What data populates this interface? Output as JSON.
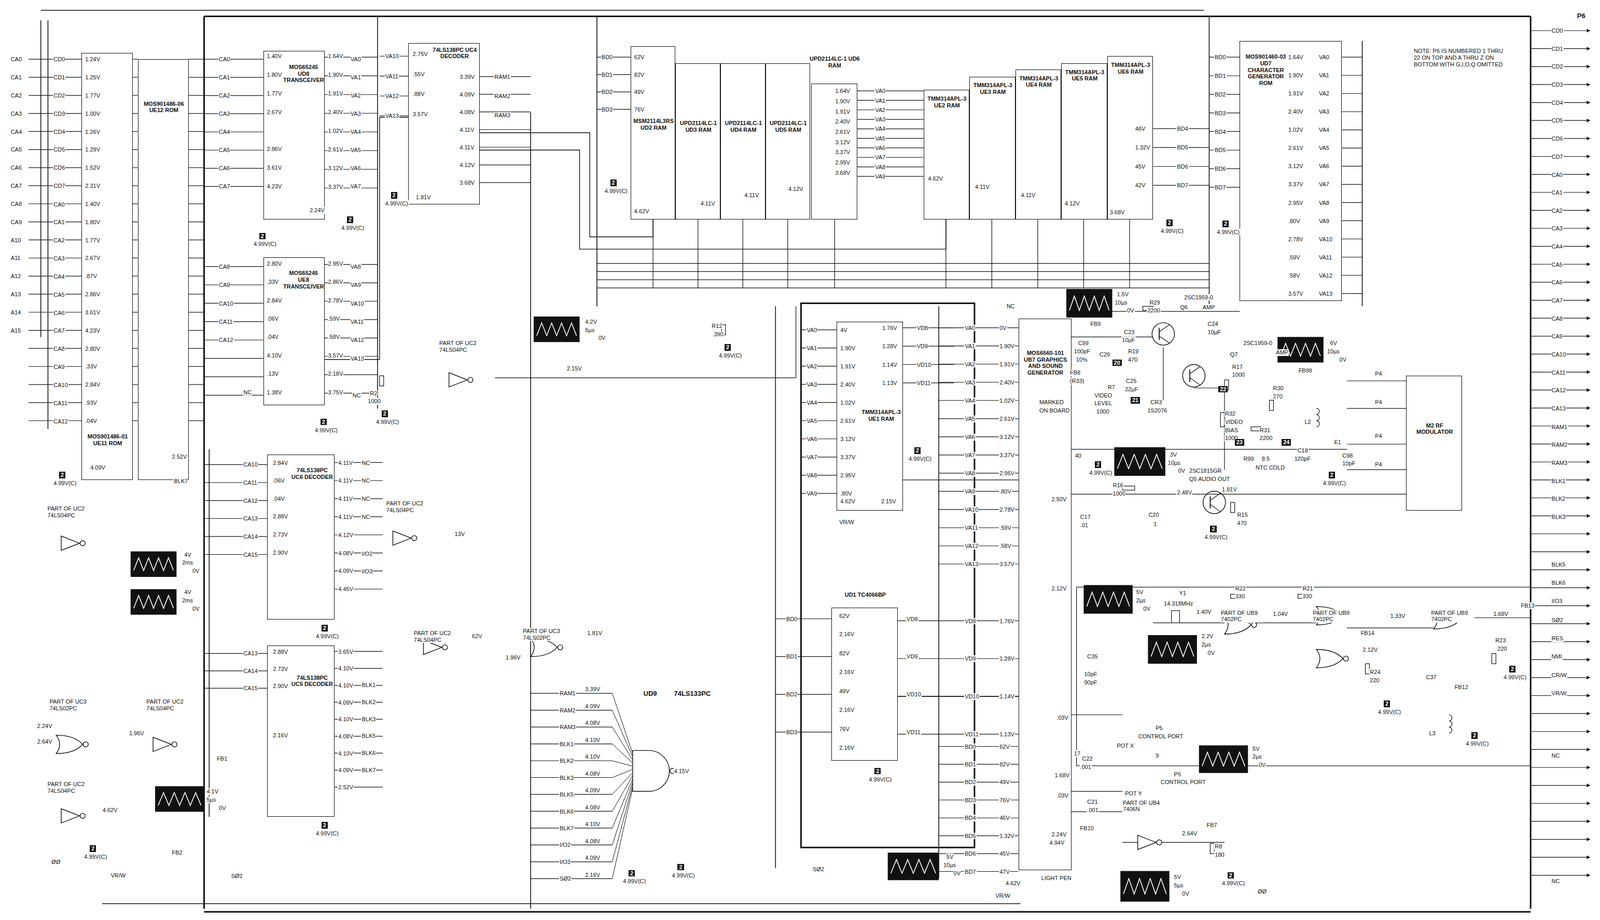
{
  "diagram": {
    "nodes": [
      {
        "text": [
          "MOS901486-01 UE11 ROM"
        ]
      },
      {
        "text": [
          "MOS901486-06 UE12 ROM"
        ]
      },
      {
        "text": [
          "MOS65245 UD8 TRANSCEIVER"
        ]
      },
      {
        "text": [
          "MOS65245 UE8 TRANSCEIVER"
        ]
      },
      {
        "text": [
          "74LS138PC UC4 DECODER"
        ]
      },
      {
        "text": [
          "MSM2114L3RS UD2 RAM"
        ]
      },
      {
        "text": [
          "UPD2114LC-1 UD3 RAM"
        ]
      },
      {
        "text": [
          "UPD2114LC-1 UD4 RAM"
        ]
      },
      {
        "text": [
          "UPD2114LC-1 UD5 RAM"
        ]
      },
      {
        "text": [
          "UPD2114LC-1 UD6 RAM"
        ]
      },
      {
        "text": [
          "TMM314APL-3 UE2 RAM"
        ]
      },
      {
        "text": [
          "TMM314APL-3 UE3 RAM"
        ]
      },
      {
        "text": [
          "TMM314APL-3 UE4 RAM"
        ]
      },
      {
        "text": [
          "TMM314APL-3 UE5 RAM"
        ]
      },
      {
        "text": [
          "TMM314APL-3 UE6 RAM"
        ]
      },
      {
        "text": [
          "MOS901460-03 UD7 CHARACTER GENERATOR ROM"
        ]
      },
      {
        "text": [
          "74LS138PC UC6 DECODER"
        ]
      },
      {
        "text": [
          "74LS138PC UC5 DECODER"
        ]
      },
      {
        "text": [
          "TMM314APL-3 UE1 RAM"
        ]
      },
      {
        "text": [
          "UD1 TC4066BP"
        ]
      },
      {
        "text": [
          "MOS6560-101 UB7 GRAPHICS AND SOUND GENERATOR"
        ]
      },
      {
        "text": [
          "M2 RF MODULATOR"
        ]
      }
    ],
    "edges": [
      {
        "from": 3,
        "to": 4,
        "arrow": "none"
      },
      {
        "from": 4,
        "to": 5,
        "arrow": "none"
      },
      {
        "from": 4,
        "to": 10,
        "arrow": "none"
      },
      {
        "from": 19,
        "to": 20,
        "arrow": "none"
      },
      {
        "from": 18,
        "to": 20,
        "arrow": "none"
      },
      {
        "from": 20,
        "to": 21,
        "arrow": "none"
      }
    ],
    "labels": [
      "CA0",
      "CA1",
      "CA2",
      "CA3",
      "CA4",
      "CA5",
      "CA6",
      "CA7",
      "CA8",
      "CA9",
      "A10",
      "A11",
      "A12",
      "A13",
      "A14",
      "A15",
      "CD0",
      "CD1",
      "CD2",
      "CD3",
      "CD4",
      "CD5",
      "CD6",
      "CD7",
      "CA0",
      "CA1",
      "CA2",
      "CA3",
      "CA4",
      "CA5",
      "CA6",
      "CA7",
      "CA8",
      "CA9",
      "CA10",
      "CA11",
      "CA12",
      "1.24V",
      "1.25V",
      "1.77V",
      "1.00V",
      "1.26V",
      "1.29V",
      "1.52V",
      "2.31V",
      "1.40V",
      "1.80V",
      "1.77V",
      "2.67V",
      ".87V",
      "2.86V",
      "3.61V",
      "4.23V",
      "2.80V",
      ".33V",
      "2.84V",
      ".93V",
      ".04V",
      "4.09V",
      "CA0",
      "CA1",
      "CA2",
      "CA3",
      "CA4",
      "CA5",
      "CA6",
      "CA7",
      "1.40V",
      "1.80V",
      "1.77V",
      "2.67V",
      "2.86V",
      "3.61V",
      "4.23V",
      "1.64V",
      "1.90V",
      "1.91V",
      "2.40V",
      "1.02V",
      "2.61V",
      "3.12V",
      "3.37V",
      "VA0",
      "VA1",
      "VA2",
      "VA3",
      "VA4",
      "VA5",
      "VA6",
      "VA7",
      "CA8",
      "CA9",
      "CA10",
      "CA11",
      "CA12",
      "2.80V",
      ".33V",
      "2.84V",
      ".06V",
      ".04V",
      "4.10V",
      ".13V",
      "1.38V",
      "2.95V",
      "2.86V",
      "2.78V",
      ".59V",
      ".58V",
      "3.57V",
      "2.18V",
      "3.75V",
      "VA8",
      "VA9",
      "VA10",
      "VA11",
      "VA12",
      "VA13",
      "NC",
      "NC",
      "VA10",
      "VA11",
      "VA12",
      "VA13",
      "2.75V",
      ".55V",
      ".88V",
      "3.57V",
      "3.39V",
      "4.09V",
      "4.08V",
      "4.11V",
      "4.11V",
      "4.12V",
      "3.68V",
      "RAM1",
      "RAM2",
      "RAM3",
      "BD0",
      "BD1",
      "BD2",
      "BD3",
      "62V",
      "82V",
      "49V",
      "76V",
      "1.64V",
      "1.90V",
      "1.91V",
      "2.40V",
      "2.61V",
      "3.12V",
      "3.37V",
      "2.95V",
      "3.68V",
      "VA0",
      "VA1",
      "VA2",
      "VA3",
      "VA4",
      "VA5",
      "VA6",
      "VA7",
      "VA8",
      "VA9",
      "46V",
      "1.32V",
      "45V",
      "42V",
      "BD4",
      "BD5",
      "BD6",
      "BD7",
      "BD0",
      "BD1",
      "BD2",
      "BD3",
      "BD4",
      "BD5",
      "BD6",
      "BD7",
      "1.64V",
      "1.90V",
      "1.91V",
      "2.40V",
      "1.02V",
      "2.61V",
      "3.12V",
      "3.37V",
      "2.95V",
      ".80V",
      "2.78V",
      ".59V",
      ".58V",
      "3.57V",
      "VA0",
      "VA1",
      "VA2",
      "VA3",
      "VA4",
      "VA5",
      "VA6",
      "VA7",
      "VA8",
      "VA9",
      "VA10",
      "VA11",
      "VA12",
      "VA13",
      "CD0",
      "CD1",
      "CD2",
      "CD3",
      "CD4",
      "CD5",
      "CD6",
      "CD7",
      "CA0",
      "CA1",
      "CA2",
      "CA3",
      "CA4",
      "CA5",
      "CA6",
      "CA7",
      "CA8",
      "CA9",
      "CA10",
      "CA11",
      "CA12",
      "CA13",
      "RAM1",
      "RAM2",
      "RAM3",
      "BLK1",
      "BLK2",
      "BLK3",
      "BLK5",
      "BLK6",
      "I/O3",
      "SØ2",
      "RES",
      "NMI",
      "CR/W",
      "VR/W",
      "NC",
      "NC",
      "P6",
      "NOTE: P6 IS NUMBERED 1 THRU 22 ON TOP AND A THRU Z ON BOTTOM WITH G,I,O,Q OMITTED",
      "CA10",
      "CA11",
      "CA12",
      "CA13",
      "CA14",
      "CA15",
      "2.84V",
      ".06V",
      ".04V",
      "2.88V",
      "2.73V",
      "2.90V",
      "4.11V",
      "4.11V",
      "4.11V",
      "4.11V",
      "4.12V",
      "4.08V",
      "4.09V",
      "4.45V",
      "NC",
      "NC",
      "NC",
      "NC",
      "I/O2",
      "I/O3",
      "CA13",
      "CA14",
      "CA15",
      "2.88V",
      "2.73V",
      "2.90V",
      "2.16V",
      "3.65V",
      "4.10V",
      "4.10V",
      "4.09V",
      "4.10V",
      "4.08V",
      "4.10V",
      "4.09V",
      "2.52V",
      "BLK1",
      "BLK2",
      "BLK3",
      "BLK5",
      "BLK6",
      "BLK7",
      "RAM1",
      "RAM2",
      "RAM3",
      "BLK1",
      "BLK2",
      "BLK3",
      "BLK5",
      "BLK6",
      "BLK7",
      "I/O2",
      "I/O3",
      "SØ2",
      "3.39V",
      "4.09V",
      "4.08V",
      "4.10V",
      "4.10V",
      "4.08V",
      "4.09V",
      "4.08V",
      "4.10V",
      "4.08V",
      "4.09V",
      "2.16V",
      "UD9",
      "74LS133PC",
      "4.15V",
      "VA0",
      "VA1",
      "VA2",
      "VA3",
      "VA4",
      "VA5",
      "VA6",
      "VA7",
      "VA8",
      "VA9",
      "4V",
      "1.90V",
      "1.91V",
      "2.40V",
      "1.02V",
      "2.61V",
      "3.12V",
      "3.37V",
      "2.95V",
      ".80V",
      "1.76V",
      "1.28V",
      "1.14V",
      "1.13V",
      "VD8",
      "VD9",
      "VD10",
      "VD11",
      "4.62V",
      "2.15V",
      "VR/W",
      "BD0",
      "BD1",
      "BD2",
      "BD3",
      "62V",
      "82V",
      "49V",
      "76V",
      "2.16V",
      "2.16V",
      "2.16V",
      "2.16V",
      "VD8",
      "VD9",
      "VD10",
      "VD11",
      "VA0",
      "VA1",
      "VA2",
      "VA3",
      "VA4",
      "VA5",
      "VA6",
      "VA7",
      "VA8",
      "VA9",
      "VA10",
      "VA11",
      "VA12",
      "VA13",
      "0V",
      "1.90V",
      "1.91V",
      "2.40V",
      "1.02V",
      "2.61V",
      "3.12V",
      "3.37V",
      "2.95V",
      ".80V",
      "2.78V",
      ".59V",
      ".58V",
      "3.57V",
      "VD8",
      "VD9",
      "VD10",
      "VD11",
      "1.76V",
      "1.28V",
      "1.14V",
      "1.13V",
      "BD0",
      "BD1",
      "BD2",
      "BD3",
      "BD4",
      "BD5",
      "BD6",
      "BD7",
      "62V",
      "82V",
      "49V",
      "76V",
      "46V",
      "1.32V",
      "45V",
      "47V",
      "4.62V",
      "LIGHT PEN",
      "VR/W",
      "4.94V",
      "NC",
      "FB9",
      "C99",
      "100pF",
      "10%",
      "C29",
      "C23",
      "10µF",
      "R29",
      "2200",
      "Q6",
      "2SC1959-0",
      "AMP",
      "R19",
      "470",
      "C24",
      "10µF",
      "2SC1959-0",
      "Q7",
      "AMP",
      "R17",
      "1000",
      "FB8",
      "(R33)",
      "R7",
      "VIDEO",
      "LEVEL",
      "1000",
      "C25",
      "22µF",
      "CR3",
      "1S2076",
      "MARKED",
      "ON BOARD",
      "R32",
      "VIDEO",
      "BIAS",
      "1000",
      "R30",
      "270",
      "R31",
      "2200",
      "L2",
      "E1",
      "C18",
      "120pF",
      "C98",
      "10pF",
      "R99",
      "8.5",
      "NTC COLD",
      "FB99",
      "P4",
      "P4",
      "P4",
      "P4",
      "2SC1815GR",
      "Q5 AUDIO OUT",
      "R16",
      "1000",
      "2.50V",
      "2.48V",
      "1.81V",
      "C17",
      ".01",
      "C20",
      "1",
      "R15",
      "470",
      "40",
      "2.12V",
      "Y1",
      "14.318MHz",
      "R22",
      "330",
      "R21",
      "330",
      "1.40V",
      "1.04V",
      "1.33V",
      "2.12V",
      "1.68V",
      "FB14",
      "FB13",
      "R23",
      "220",
      "R24",
      "220",
      "C37",
      "FB12",
      "L3",
      "C35",
      "10pF",
      "90pF",
      "P5",
      "CONTROL PORT",
      "POT X",
      "9",
      "C22",
      ".001",
      ".03V",
      "17",
      "1.68V",
      "P5",
      "CONTROL PORT",
      "POT Y",
      ".03V",
      "C21",
      ".001",
      "FB10",
      "FB7",
      "2.64V",
      "R8",
      "180",
      "2.24V",
      "4.2V",
      "5µs",
      "0V",
      "4V",
      "2ms",
      "0V",
      "4V",
      "2ms",
      "0V",
      "4.1V",
      "5µs",
      "0V",
      "1.5V",
      "10µs",
      "0V",
      "6V",
      "10µs",
      "0V",
      "3V",
      "10µs",
      "0V",
      "5V",
      "2µs",
      "0V",
      "2.2V",
      "2µs",
      "0V",
      "5V",
      "2µs",
      "0V",
      "5V",
      "5µs",
      "0V",
      "5V",
      "10µs",
      "0V",
      "13V",
      "1.81V",
      "62V",
      "1.96V",
      "2.24V",
      "2.64V",
      "1.96V",
      "4.62V",
      "FB1",
      "FB2",
      "R12",
      "390",
      "R2",
      "1000",
      "2.15V",
      "2.52V",
      "BLK7",
      "2.24V",
      "1.81V",
      "4.12V",
      "4.11V",
      "4.11V",
      "4.62V",
      "4.62V",
      "4.11V",
      "4.11V",
      "4.12V",
      "3.68V",
      "SØ2",
      "SØ2",
      "ØØ",
      "VR/W",
      "ØØ",
      "PART OF UC2 74LS04PC",
      "PART OF UC2 74LS04PC",
      "PART OF UC2 74LS04PC",
      "PART OF UC2 74LS04PC",
      "PART OF UC2 74LS04PC",
      "PART OF UC2 74LS04PC",
      "PART OF UC3 74LS02PC",
      "PART OF UC3 74LS02PC",
      "PART OF UB9 7402PC",
      "PART OF UB9 7402PC",
      "PART OF UB9 7402PC",
      "PART OF UB4 7406N",
      "20",
      "21",
      "22",
      "23",
      "24",
      "2",
      "4.99V(C)",
      "2",
      "4.99V(C)",
      "2",
      "4.99V(C)",
      "2",
      "4.99V(C)",
      "2",
      "4.99V(C)",
      "2",
      "4.99V(C)",
      "2",
      "4.99V(C)",
      "2",
      "4.99V(C)",
      "2",
      "4.99V(C)",
      "2",
      "4.99V(C)",
      "2",
      "4.99V(C)",
      "2",
      "4.99V(C)",
      "2",
      "4.99V(C)",
      "2",
      "4.99V(C)",
      "2",
      "4.99V(C)",
      "2",
      "4.99V(C)",
      "2",
      "4.99V(C)",
      "2",
      "4.99V(C)",
      "2",
      "4.99V(C)",
      "2",
      "4.99V(C)",
      "2",
      "4.99V(C)",
      "2",
      "4.99V(C)",
      "2",
      "4.99V(C)",
      "2",
      "4.99V(C)"
    ]
  }
}
